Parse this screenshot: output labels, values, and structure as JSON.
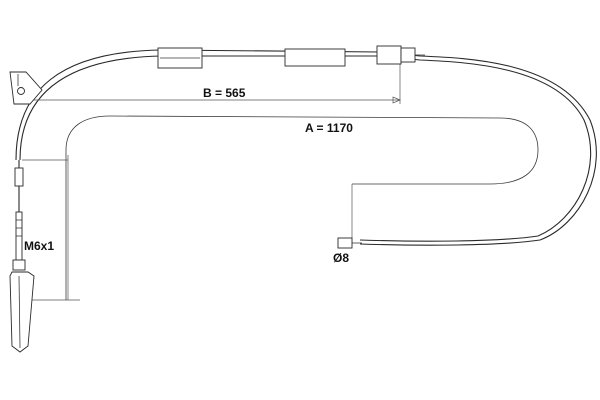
{
  "diagram": {
    "dimension_b": "B = 565",
    "dimension_a": "A = 1170",
    "thread_label": "M6x1",
    "diameter_label": "Ø8"
  },
  "colors": {
    "line": "#2a2a2a",
    "background": "#ffffff"
  }
}
